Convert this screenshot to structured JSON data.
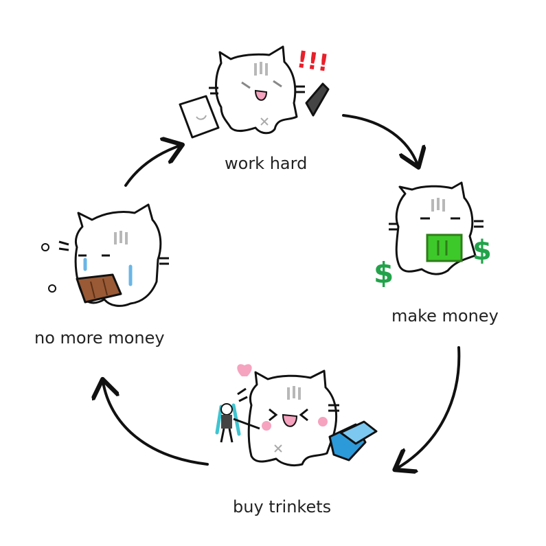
{
  "stages": {
    "work": "work hard",
    "make": "make money",
    "buy": "buy trinkets",
    "none": "no more money"
  },
  "decorations": {
    "exclaim": "!!!",
    "dollar": "$"
  },
  "colors": {
    "ink": "#111111",
    "stripe": "#b8b8b8",
    "exclaim": "#e8202a",
    "dollar": "#22a34a",
    "cash": "#3ec92a",
    "cash_dark": "#2f7d1a",
    "heart": "#f5a3bf",
    "box": "#2c9ad9",
    "wallet": "#9a5a35",
    "tear": "#6ab6e6",
    "figure_hair": "#3fc4d0"
  },
  "icons": [
    "laptop-icon",
    "knife-icon",
    "cash-icon",
    "dollar-icon",
    "heart-icon",
    "figurine-icon",
    "box-icon",
    "wallet-icon",
    "tear-icon"
  ]
}
